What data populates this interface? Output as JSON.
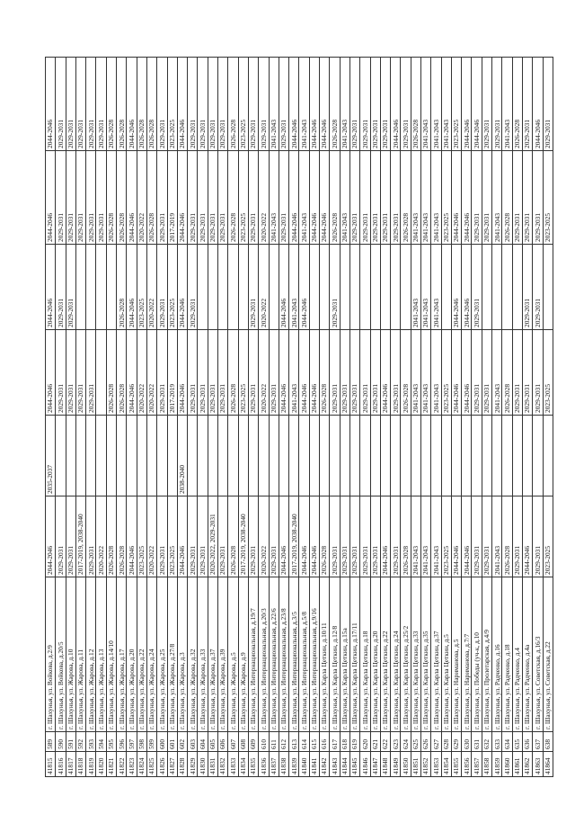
{
  "table": {
    "rows": [
      [
        "41815",
        "589",
        "г. Шахунья, ул. Войкова, д.2/9",
        "2044-2046",
        "2035-2037",
        "2044-2046",
        "2044-2046",
        "2044-2046",
        "2044-2046"
      ],
      [
        "41816",
        "590",
        "г. Шахунья, ул. Войкова, д.20/5",
        "2029-2031",
        "",
        "2029-2031",
        "2029-2031",
        "2029-2031",
        "2029-2031"
      ],
      [
        "41817",
        "591",
        "г. Шахунья, ул. Жарова, д.10",
        "2029-2031",
        "",
        "2029-2031",
        "2029-2031",
        "2029-2031",
        "2029-2031"
      ],
      [
        "41818",
        "592",
        "г. Шахунья, ул. Жарова, д.11",
        "2017-2019, 2038-2040",
        "",
        "2029-2031",
        "",
        "2029-2031",
        "2029-2031"
      ],
      [
        "41819",
        "593",
        "г. Шахунья, ул. Жарова, д.12",
        "2029-2031",
        "",
        "2029-2031",
        "",
        "2029-2031",
        "2029-2031"
      ],
      [
        "41820",
        "594",
        "г. Шахунья, ул. Жарова, д.13",
        "2020-2022",
        "",
        "",
        "",
        "2029-2031",
        "2029-2031"
      ],
      [
        "41821",
        "595",
        "г. Шахунья, ул. Жарова, д.14/10",
        "2026-2028",
        "",
        "2026-2028",
        "",
        "2026-2028",
        "2026-2028"
      ],
      [
        "41822",
        "596",
        "г. Шахунья, ул. Жарова, д.17",
        "2026-2028",
        "",
        "2026-2028",
        "2026-2028",
        "2026-2028",
        "2026-2028"
      ],
      [
        "41823",
        "597",
        "г. Шахунья, ул. Жарова, д.20",
        "2044-2046",
        "",
        "2044-2046",
        "2044-2046",
        "2044-2046",
        "2044-2046"
      ],
      [
        "41824",
        "598",
        "г. Шахунья, ул. Жарова, д.22",
        "2023-2025",
        "",
        "2020-2022",
        "2023-2025",
        "2020-2022",
        "2026-2028"
      ],
      [
        "41825",
        "599",
        "г. Шахунья, ул. Жарова, д.24",
        "2020-2022",
        "",
        "2020-2022",
        "2020-2022",
        "2026-2028",
        "2026-2028"
      ],
      [
        "41826",
        "600",
        "г. Шахунья, ул. Жарова, д.25",
        "2029-2031",
        "",
        "2029-2031",
        "2029-2031",
        "2029-2031",
        "2029-2031"
      ],
      [
        "41827",
        "601",
        "г. Шахунья, ул. Жарова, д.27/8",
        "2023-2025",
        "",
        "2017-2019",
        "2023-2025",
        "2017-2019",
        "2023-2025"
      ],
      [
        "41828",
        "602",
        "г. Шахунья, ул. Жарова, д.3",
        "2044-2046",
        "2038-2040",
        "2044-2046",
        "2044-2046",
        "2044-2046",
        "2044-2046"
      ],
      [
        "41829",
        "603",
        "г. Шахунья, ул. Жарова, д.32",
        "2029-2031",
        "",
        "2029-2031",
        "2029-2031",
        "2029-2031",
        "2029-2031"
      ],
      [
        "41830",
        "604",
        "г. Шахунья, ул. Жарова, д.33",
        "2029-2031",
        "",
        "2029-2031",
        "",
        "2029-2031",
        "2029-2031"
      ],
      [
        "41831",
        "605",
        "г. Шахунья, ул. Жарова, д.37",
        "2020-2022, 2029-2031",
        "",
        "2029-2031",
        "",
        "2029-2031",
        "2029-2031"
      ],
      [
        "41832",
        "606",
        "г. Шахунья, ул. Жарова, д.39",
        "2029-2031",
        "",
        "2029-2031",
        "",
        "2029-2031",
        "2029-2031"
      ],
      [
        "41833",
        "607",
        "г. Шахунья, ул. Жарова, д.5",
        "2026-2028",
        "",
        "2026-2028",
        "",
        "2026-2028",
        "2026-2028"
      ],
      [
        "41834",
        "608",
        "г. Шахунья, ул. Жарова, д.9",
        "2017-2019, 2038-2040",
        "",
        "2023-2025",
        "",
        "2023-2025",
        "2023-2025"
      ],
      [
        "41835",
        "609",
        "г. Шахунья, ул. Интернациональная, д.19/7",
        "2029-2031",
        "",
        "2029-2031",
        "2029-2031",
        "2029-2031",
        "2029-2031"
      ],
      [
        "41836",
        "610",
        "г. Шахунья, ул. Интернациональная, д.20/3",
        "2020-2022",
        "",
        "2020-2022",
        "2020-2022",
        "2020-2022",
        "2029-2031"
      ],
      [
        "41837",
        "611",
        "г. Шахунья, ул. Интернациональная, д.22/6",
        "2029-2031",
        "",
        "2029-2031",
        "",
        "2041-2043",
        "2041-2043"
      ],
      [
        "41838",
        "612",
        "г. Шахунья, ул. Интернациональная, д.23/8",
        "2044-2046",
        "",
        "2044-2046",
        "2044-2046",
        "2029-2031",
        "2029-2031"
      ],
      [
        "41839",
        "613",
        "г. Шахунья, ул. Интернациональная, д.3/5",
        "2017-2019, 2038-2040",
        "",
        "2041-2043",
        "2041-2043",
        "2044-2046",
        "2044-2046"
      ],
      [
        "41840",
        "614",
        "г. Шахунья, ул. Интернациональная, д.5/8",
        "2044-2046",
        "",
        "2044-2046",
        "2044-2046",
        "2041-2043",
        "2041-2043"
      ],
      [
        "41841",
        "615",
        "г. Шахунья, ул. Интернациональная, д.9/16",
        "2044-2046",
        "",
        "2044-2046",
        "",
        "2044-2046",
        "2044-2046"
      ],
      [
        "41842",
        "616",
        "г. Шахунья, ул. Карла Цеткин, д.10/11",
        "2026-2028",
        "",
        "2026-2028",
        "",
        "2044-2046",
        "2044-2046"
      ],
      [
        "41843",
        "617",
        "г. Шахунья, ул. Карла Цеткин, д.12/8",
        "2029-2031",
        "",
        "2029-2031",
        "2029-2031",
        "2026-2028",
        "2026-2028"
      ],
      [
        "41844",
        "618",
        "г. Шахунья, ул. Карла Цеткин, д.15а",
        "2029-2031",
        "",
        "2029-2031",
        "",
        "2041-2043",
        "2041-2043"
      ],
      [
        "41845",
        "619",
        "г. Шахунья, ул. Карла Цеткин, д.17/11",
        "2029-2031",
        "",
        "2029-2031",
        "",
        "2029-2031",
        "2029-2031"
      ],
      [
        "41846",
        "620",
        "г. Шахунья, ул. Карла Цеткин, д.18",
        "2029-2031",
        "",
        "2029-2031",
        "",
        "2029-2031",
        "2029-2031"
      ],
      [
        "41847",
        "621",
        "г. Шахунья, ул. Карла Цеткин, д.20",
        "2029-2031",
        "",
        "2029-2031",
        "",
        "2029-2031",
        "2029-2031"
      ],
      [
        "41848",
        "622",
        "г. Шахунья, ул. Карла Цеткин, д.22",
        "2044-2046",
        "",
        "2044-2046",
        "",
        "2029-2031",
        "2029-2031"
      ],
      [
        "41849",
        "623",
        "г. Шахунья, ул. Карла Цеткин, д.24",
        "2029-2031",
        "",
        "2029-2031",
        "",
        "2029-2031",
        "2044-2046"
      ],
      [
        "41850",
        "624",
        "г. Шахунья, ул. Карла Цеткин, д.25/2",
        "2026-2028",
        "",
        "2026-2028",
        "",
        "2026-2028",
        "2029-2031"
      ],
      [
        "41851",
        "625",
        "г. Шахунья, ул. Карла Цеткин, д.33",
        "2041-2043",
        "",
        "2041-2043",
        "2041-2043",
        "2041-2043",
        "2026-2028"
      ],
      [
        "41852",
        "626",
        "г. Шахунья, ул. Карла Цеткин, д.35",
        "2041-2043",
        "",
        "2041-2043",
        "2041-2043",
        "2041-2043",
        "2041-2043"
      ],
      [
        "41853",
        "627",
        "г. Шахунья, ул. Карла Цеткин, д.37",
        "2041-2043",
        "",
        "2041-2043",
        "2041-2043",
        "2041-2043",
        "2041-2043"
      ],
      [
        "41854",
        "628",
        "г. Шахунья, ул. Карла Цеткин, д.5",
        "2023-2025",
        "",
        "2023-2025",
        "",
        "2023-2025",
        "2041-2043"
      ],
      [
        "41855",
        "629",
        "г. Шахунья, ул. Нариманова, д.5",
        "2044-2046",
        "",
        "2044-2046",
        "2044-2046",
        "2044-2046",
        "2023-2025"
      ],
      [
        "41856",
        "630",
        "г. Шахунья, ул. Нариманова, д.7/7",
        "2044-2046",
        "",
        "2044-2046",
        "2044-2046",
        "2044-2046",
        "2044-2046"
      ],
      [
        "41857",
        "631",
        "г. Шахунья, ул. Победы (уч-к, д.10",
        "2029-2031",
        "",
        "2029-2031",
        "2029-2031",
        "2029-2031",
        "2044-2046"
      ],
      [
        "41858",
        "632",
        "г. Шахунья, ул. Пролетарская, д.4/9",
        "2029-2031",
        "",
        "2029-2031",
        "",
        "2029-2031",
        "2029-2031"
      ],
      [
        "41859",
        "633",
        "г. Шахунья, ул. Радченко, д.16",
        "2041-2043",
        "",
        "2041-2043",
        "",
        "2041-2043",
        "2029-2031"
      ],
      [
        "41860",
        "634",
        "г. Шахунья, ул. Радченко, д.18",
        "2026-2028",
        "",
        "2026-2028",
        "",
        "2026-2028",
        "2041-2043"
      ],
      [
        "41861",
        "635",
        "г. Шахунья, ул. Радченко, д.4",
        "2029-2031",
        "",
        "2029-2031",
        "",
        "2029-2031",
        "2026-2028"
      ],
      [
        "41862",
        "636",
        "г. Шахунья, ул. Радченко, д.4а",
        "2044-2046",
        "",
        "2029-2031",
        "2029-2031",
        "2029-2031",
        "2029-2031"
      ],
      [
        "41863",
        "637",
        "г. Шахунья, ул. Советская, д.16/3",
        "2029-2031",
        "",
        "2029-2031",
        "2029-2031",
        "2029-2031",
        "2044-2046"
      ],
      [
        "41864",
        "638",
        "г. Шахунья, ул. Советская, д.22",
        "2023-2025",
        "",
        "2023-2025",
        "",
        "2023-2025",
        "2029-2031"
      ]
    ]
  }
}
